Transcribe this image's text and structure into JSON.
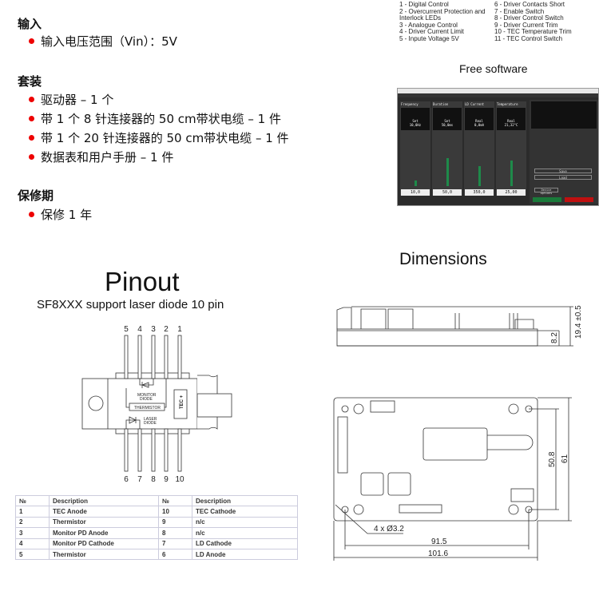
{
  "input": {
    "heading": "输入",
    "items": [
      "输入电压范围（Vin）：5V"
    ]
  },
  "kit": {
    "heading": "套装",
    "items": [
      "驱动器 – 1 个",
      "带 1 个 8 针连接器的 50 cm带状电缆 – 1 件",
      "带 1 个 20 针连接器的 50 cm带状电缆 – 1 件",
      "数据表和用户手册 – 1 件"
    ]
  },
  "warranty": {
    "heading": "保修期",
    "items": [
      "保修 1 年"
    ]
  },
  "features": {
    "left": [
      "1 - Digital Control",
      "2 - Overcurrent Protection and",
      "Interlock LEDs",
      "3 - Analogue Control",
      "4 - Driver Current Limit",
      "5 - Inpute Voltage 5V"
    ],
    "right": [
      "6 - Driver Contacts Short",
      "7 - Enable Switch",
      "8 - Driver Control Switch",
      "9 - Driver Current Trim",
      "10 - TEC Temperature Trim",
      "11 - TEC Control Switch"
    ]
  },
  "software": {
    "caption": "Free software",
    "panels": [
      {
        "title": "Frequency",
        "mode": "Set",
        "reading": "10,0Hz",
        "value": "10,0",
        "level": 0.1
      },
      {
        "title": "Duration",
        "mode": "Set",
        "reading": "50,0ms",
        "value": "50,0",
        "level": 0.5
      },
      {
        "title": "LD Current",
        "mode": "Real",
        "reading": "0,0mA",
        "value": "350,0",
        "level": 0.35
      },
      {
        "title": "Temperature",
        "mode": "Real",
        "reading": "21,32°C",
        "value": "25,00",
        "level": 0.45
      }
    ],
    "save": "Save",
    "load": "Load",
    "device_options": "Device options"
  },
  "dimensions": {
    "title": "Dimensions",
    "labels": [
      "19.4 ±0.5",
      "8.2",
      "50.8",
      "61",
      "4 x Ø3.2",
      "91.5",
      "101.6"
    ]
  },
  "pinout": {
    "title": "Pinout",
    "subtitle": "SF8XXX support laser diode 10 pin",
    "top_pins": [
      "5",
      "4",
      "3",
      "2",
      "1"
    ],
    "bottom_pins": [
      "6",
      "7",
      "8",
      "9",
      "10"
    ],
    "labels": {
      "monitor": "MONITOR",
      "monitor2": "DIODE",
      "thermistor": "THERMISTOR",
      "laser": "LASER",
      "laser2": "DIODE",
      "tec": "TEC +"
    }
  },
  "table": {
    "headers": [
      "№",
      "Description",
      "№",
      "Description"
    ],
    "rows": [
      [
        "1",
        "TEC Anode",
        "10",
        "TEC Cathode"
      ],
      [
        "2",
        "Thermistor",
        "9",
        "n/c"
      ],
      [
        "3",
        "Monitor PD Anode",
        "8",
        "n/c"
      ],
      [
        "4",
        "Monitor PD Cathode",
        "7",
        "LD Cathode"
      ],
      [
        "5",
        "Thermistor",
        "6",
        "LD Anode"
      ]
    ]
  }
}
